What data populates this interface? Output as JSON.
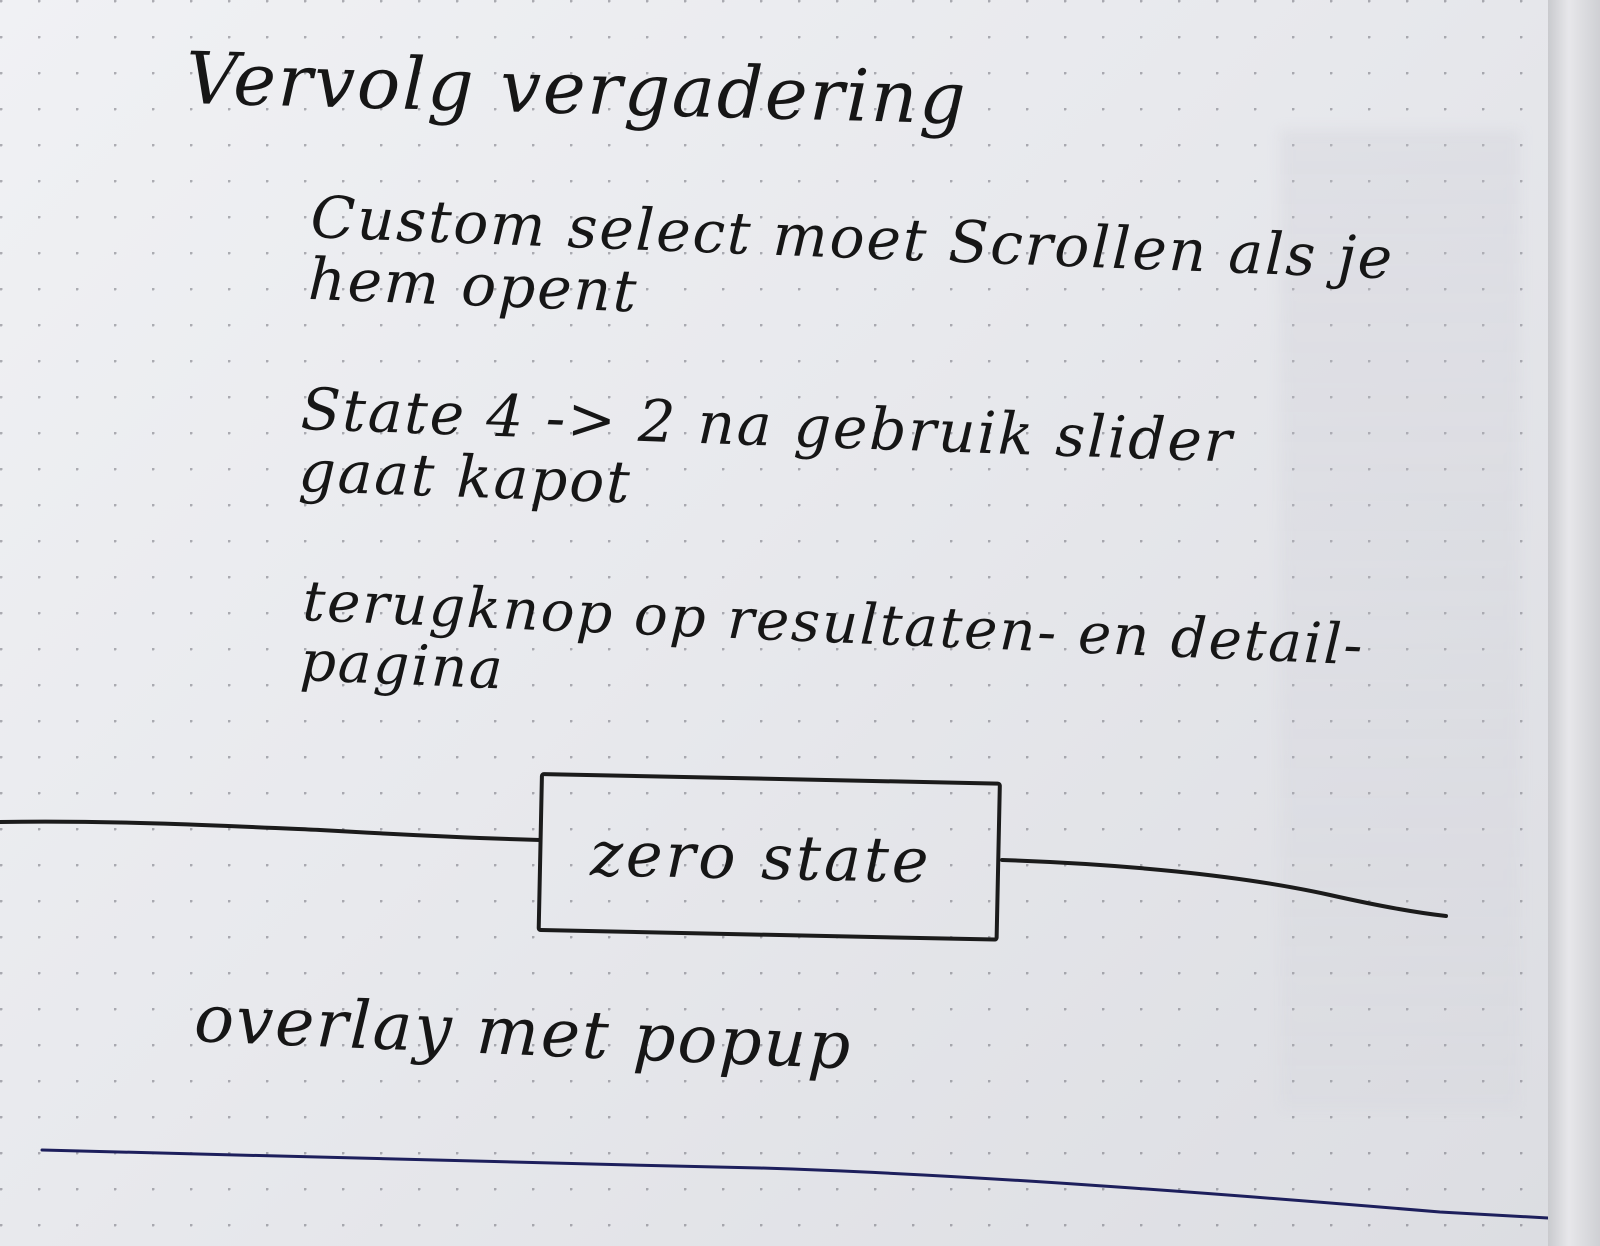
{
  "page": {
    "title": "Vervolg vergadering",
    "notes": [
      {
        "line1": "Custom select moet Scrollen als je",
        "line2": "hem opent"
      },
      {
        "line1": "State 4 -> 2 na gebruik slider",
        "line2": "gaat kapot"
      },
      {
        "line1": "terugknop op resultaten- en detail-",
        "line2": "pagina"
      }
    ],
    "section_label": "zero state",
    "section_note": "overlay met popup"
  },
  "colors": {
    "paper": "#eceef1",
    "ink": "#161616",
    "blue_ink": "#1d1f5c"
  }
}
